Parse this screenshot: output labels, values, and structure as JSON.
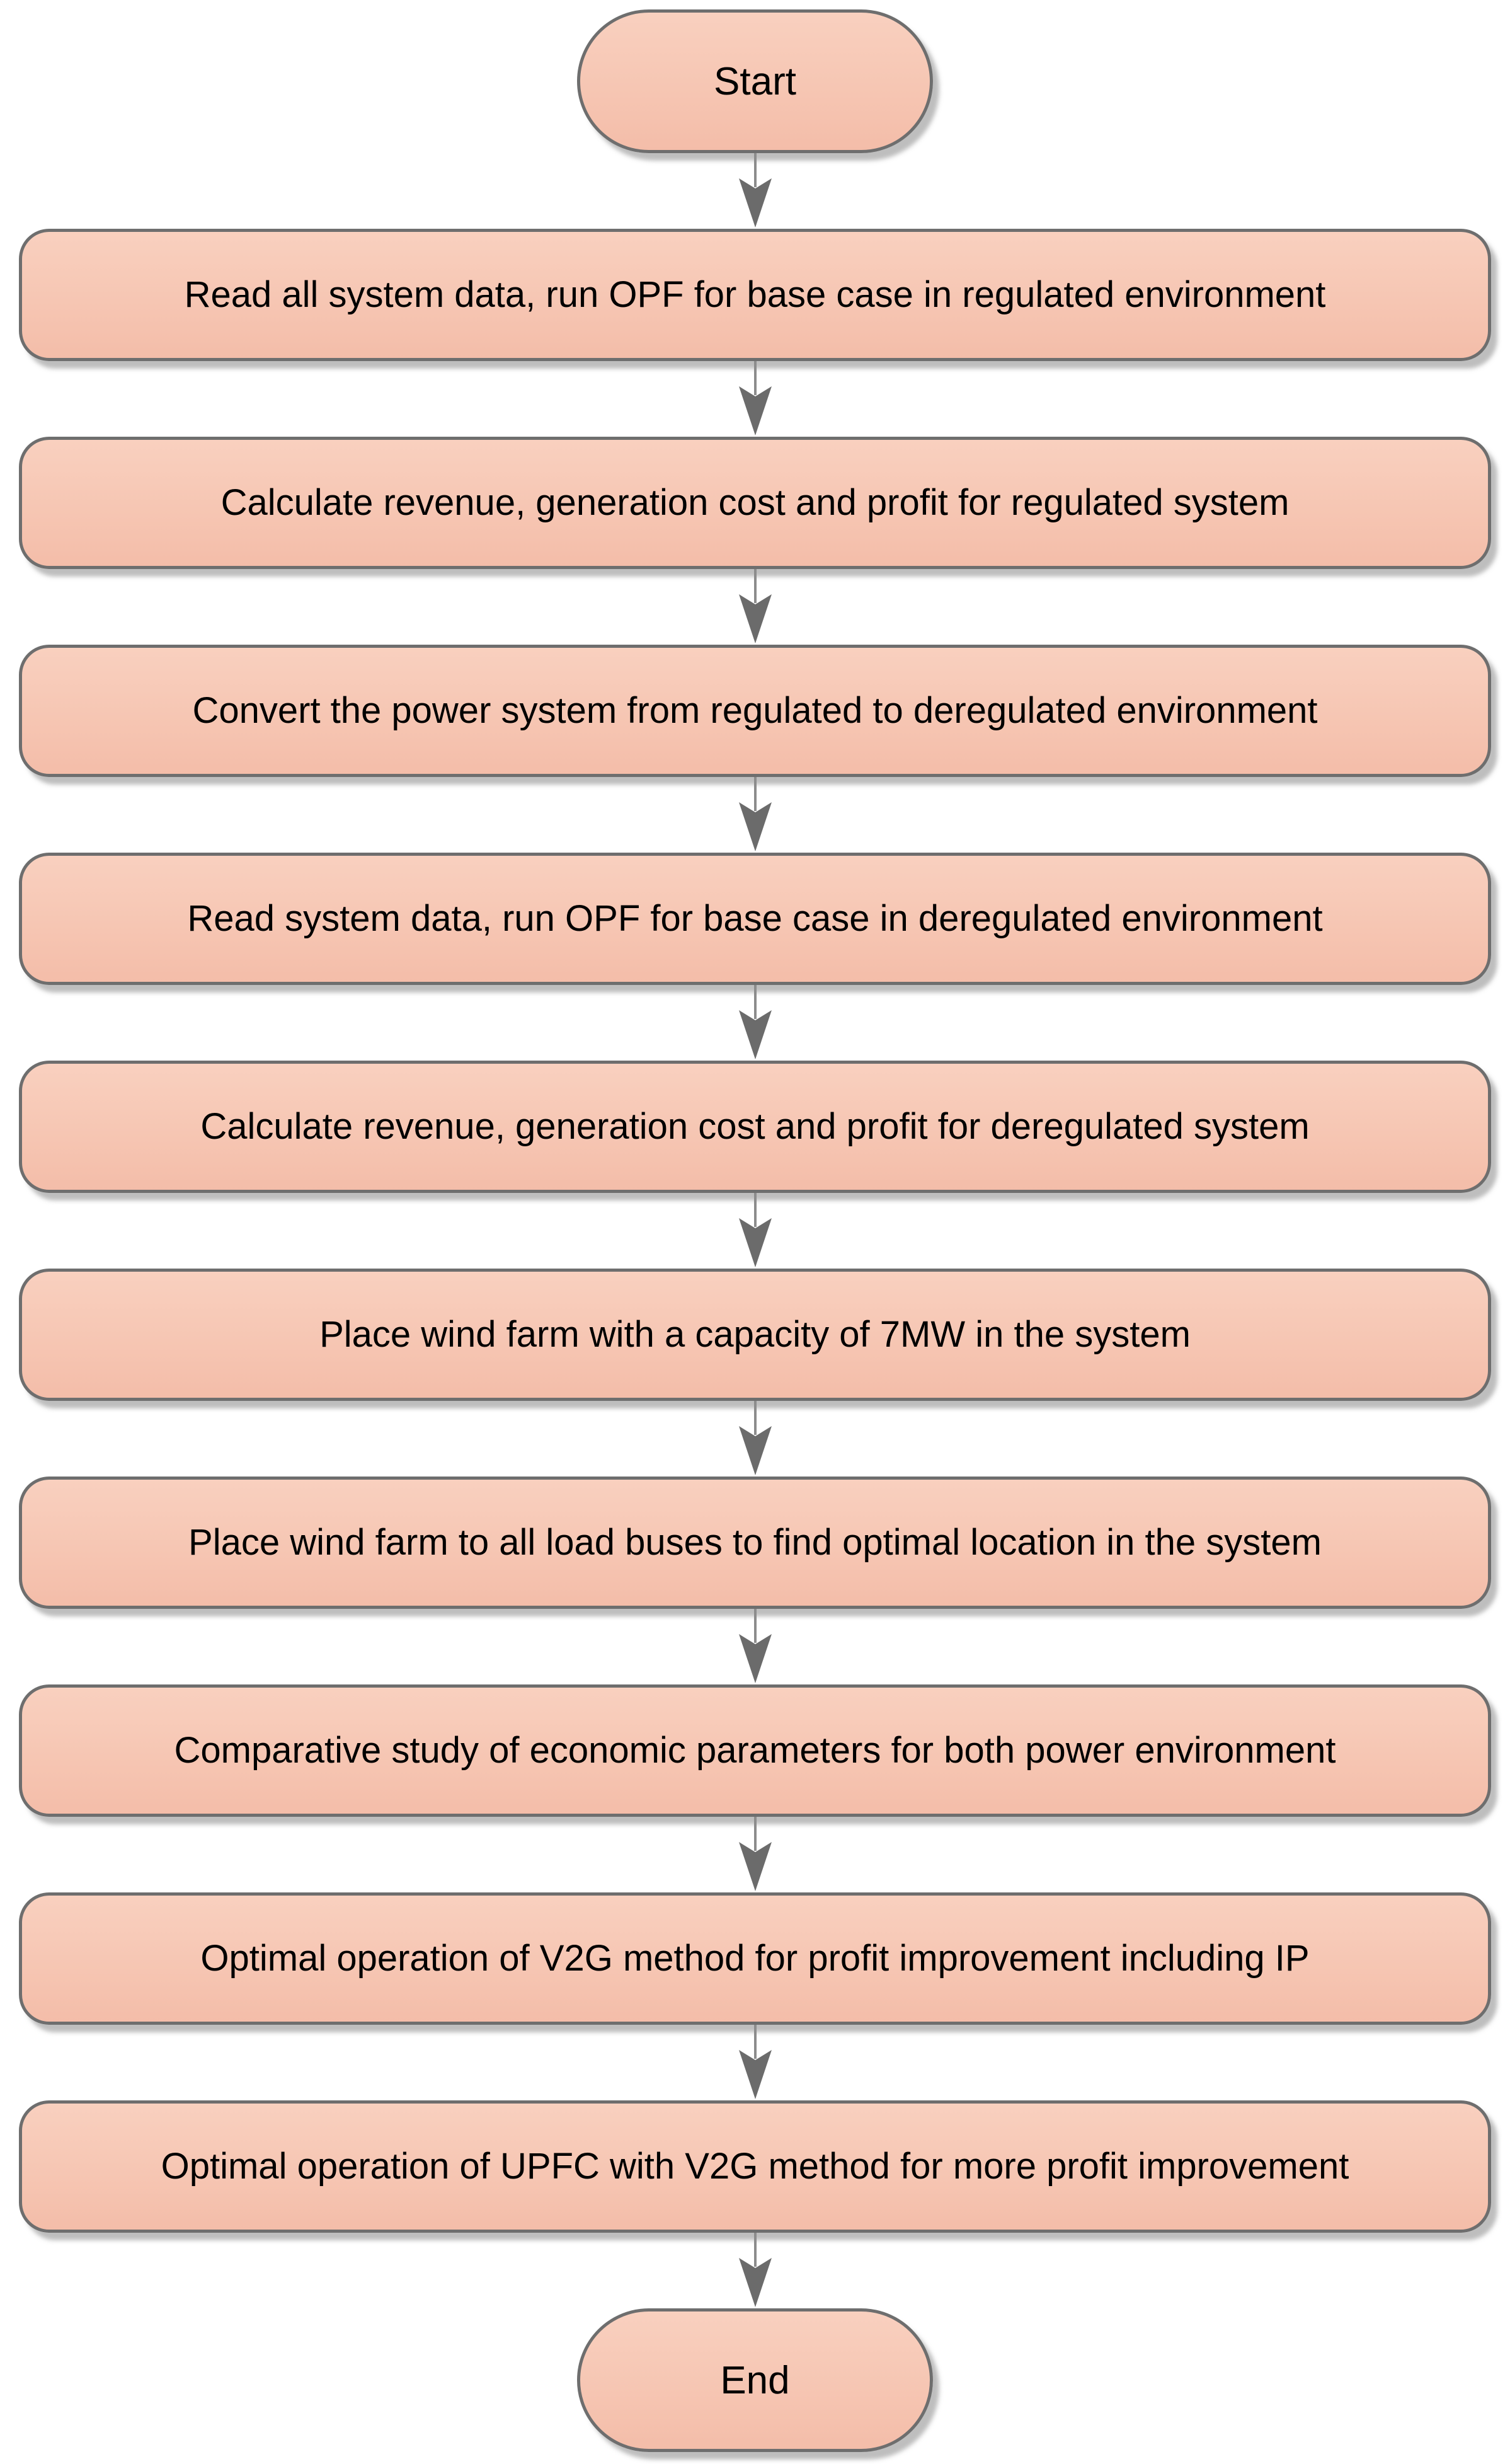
{
  "diagram": {
    "type": "flowchart",
    "direction": "top-to-bottom",
    "background": "#ffffff",
    "colors": {
      "node_fill_top": "#f9d0bf",
      "node_fill_bottom": "#f4bda9",
      "node_border": "#6e6e6e",
      "arrow_shaft": "#8c8c8c",
      "arrow_head": "#6b6b6b",
      "text": "#000000",
      "shadow": "rgba(125,125,125,0.5)"
    },
    "nodes": [
      {
        "id": "start",
        "type": "terminator",
        "label": "Start"
      },
      {
        "id": "step-1",
        "type": "process",
        "label": "Read all system data, run OPF for base case in regulated environment"
      },
      {
        "id": "step-2",
        "type": "process",
        "label": "Calculate revenue, generation cost and profit for regulated system"
      },
      {
        "id": "step-3",
        "type": "process",
        "label": "Convert the power system from regulated to deregulated environment"
      },
      {
        "id": "step-4",
        "type": "process",
        "label": "Read system data, run OPF for base case in deregulated environment"
      },
      {
        "id": "step-5",
        "type": "process",
        "label": "Calculate revenue, generation cost and profit for deregulated system"
      },
      {
        "id": "step-6",
        "type": "process",
        "label": "Place wind farm with a capacity of 7MW in the system"
      },
      {
        "id": "step-7",
        "type": "process",
        "label": "Place wind farm to all load buses to find optimal location in the system"
      },
      {
        "id": "step-8",
        "type": "process",
        "label": "Comparative study of economic parameters for both power environment"
      },
      {
        "id": "step-9",
        "type": "process",
        "label": "Optimal operation of V2G method for profit improvement including IP"
      },
      {
        "id": "step-10",
        "type": "process",
        "label": "Optimal operation of UPFC with V2G method for more profit improvement"
      },
      {
        "id": "end",
        "type": "terminator",
        "label": "End"
      }
    ],
    "edges": [
      {
        "from": "start",
        "to": "step-1"
      },
      {
        "from": "step-1",
        "to": "step-2"
      },
      {
        "from": "step-2",
        "to": "step-3"
      },
      {
        "from": "step-3",
        "to": "step-4"
      },
      {
        "from": "step-4",
        "to": "step-5"
      },
      {
        "from": "step-5",
        "to": "step-6"
      },
      {
        "from": "step-6",
        "to": "step-7"
      },
      {
        "from": "step-7",
        "to": "step-8"
      },
      {
        "from": "step-8",
        "to": "step-9"
      },
      {
        "from": "step-9",
        "to": "step-10"
      },
      {
        "from": "step-10",
        "to": "end"
      }
    ]
  }
}
